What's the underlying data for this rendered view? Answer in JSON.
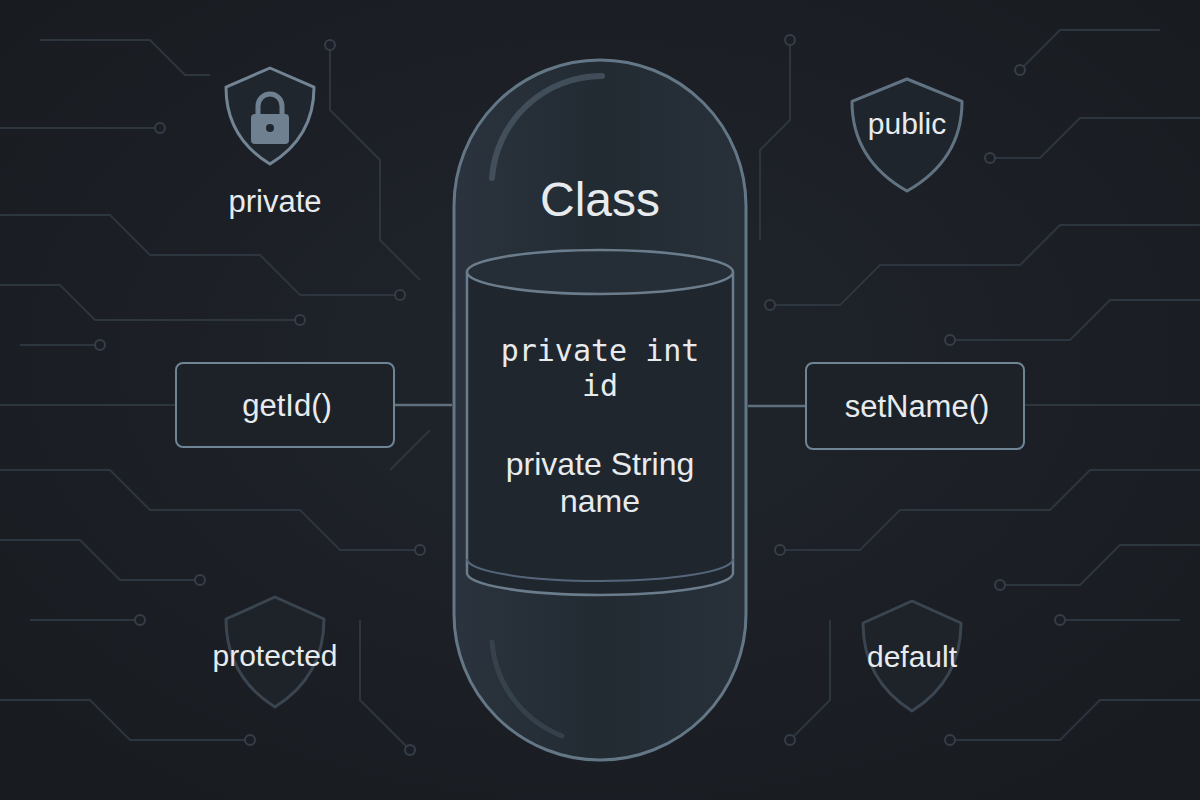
{
  "diagram": {
    "nodes": [
      {
        "text": [
          "private"
        ]
      },
      {
        "text": [
          "public"
        ]
      },
      {
        "text": [
          "Class"
        ]
      },
      {
        "text": [
          "private int id",
          "private String name"
        ],
        "in": 2
      },
      {
        "text": [
          "getId()"
        ]
      },
      {
        "text": [
          "setName()"
        ]
      },
      {
        "text": [
          "protected"
        ]
      },
      {
        "text": [
          "default"
        ]
      }
    ],
    "edges": [
      {
        "from": 4,
        "to": 2,
        "arrow": "none"
      },
      {
        "from": 2,
        "to": 5,
        "arrow": "none"
      }
    ]
  }
}
